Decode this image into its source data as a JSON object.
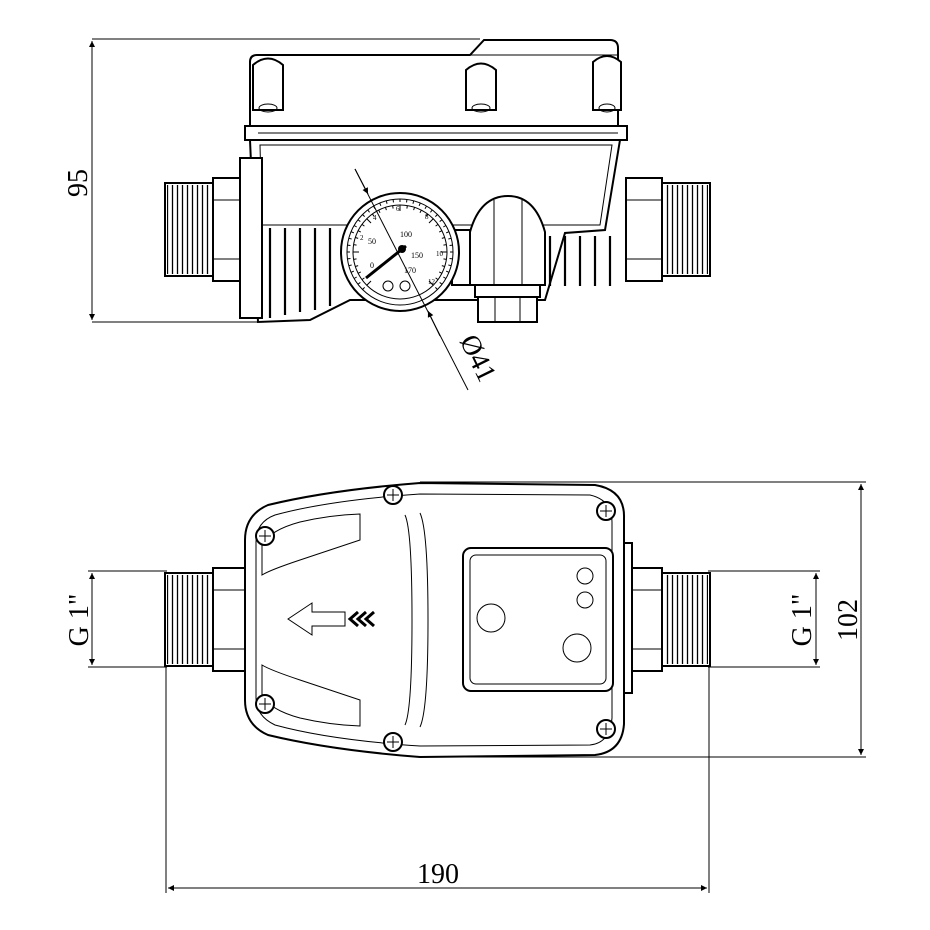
{
  "dimensions": {
    "height_side": "95",
    "gauge_diameter": "Ø41",
    "thread_left": "G 1\"",
    "thread_right": "G 1\"",
    "height_top": "102",
    "total_length": "190"
  },
  "gauge": {
    "inner_scale": [
      "0",
      "50",
      "100",
      "150",
      "170"
    ],
    "outer_scale": [
      "2",
      "4",
      "6",
      "8",
      "10",
      "12"
    ]
  },
  "colors": {
    "line": "#000000",
    "background": "#ffffff"
  }
}
